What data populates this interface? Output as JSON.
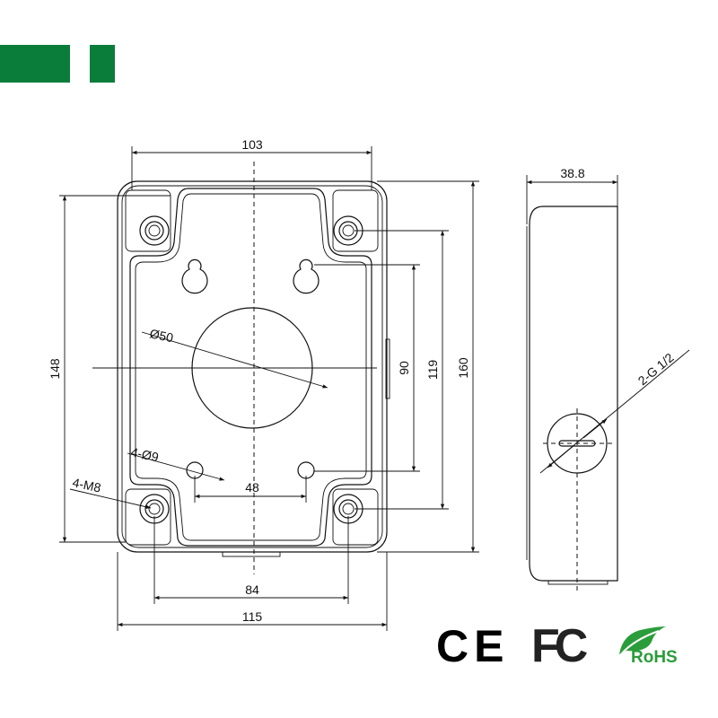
{
  "header": {
    "accent_color": "#0b7d3b"
  },
  "front_view": {
    "dims": {
      "top_width": "103",
      "overall_width": "115",
      "mount_spacing_h": "84",
      "hole_spacing": "48",
      "overall_height": "160",
      "mount_spacing_v": "119",
      "keyhole_spacing_v": "90",
      "left_height": "148"
    },
    "labels": {
      "knockout": "Ø50",
      "holes": "4-Ø9",
      "screws": "4-M8"
    }
  },
  "side_view": {
    "dims": {
      "depth": "38.8"
    },
    "labels": {
      "thread": "2-G 1/2"
    }
  },
  "certifications": {
    "ce": "CE",
    "fcc": "FC",
    "rohs": "RoHS",
    "rohs_color": "#2a9d3a"
  }
}
